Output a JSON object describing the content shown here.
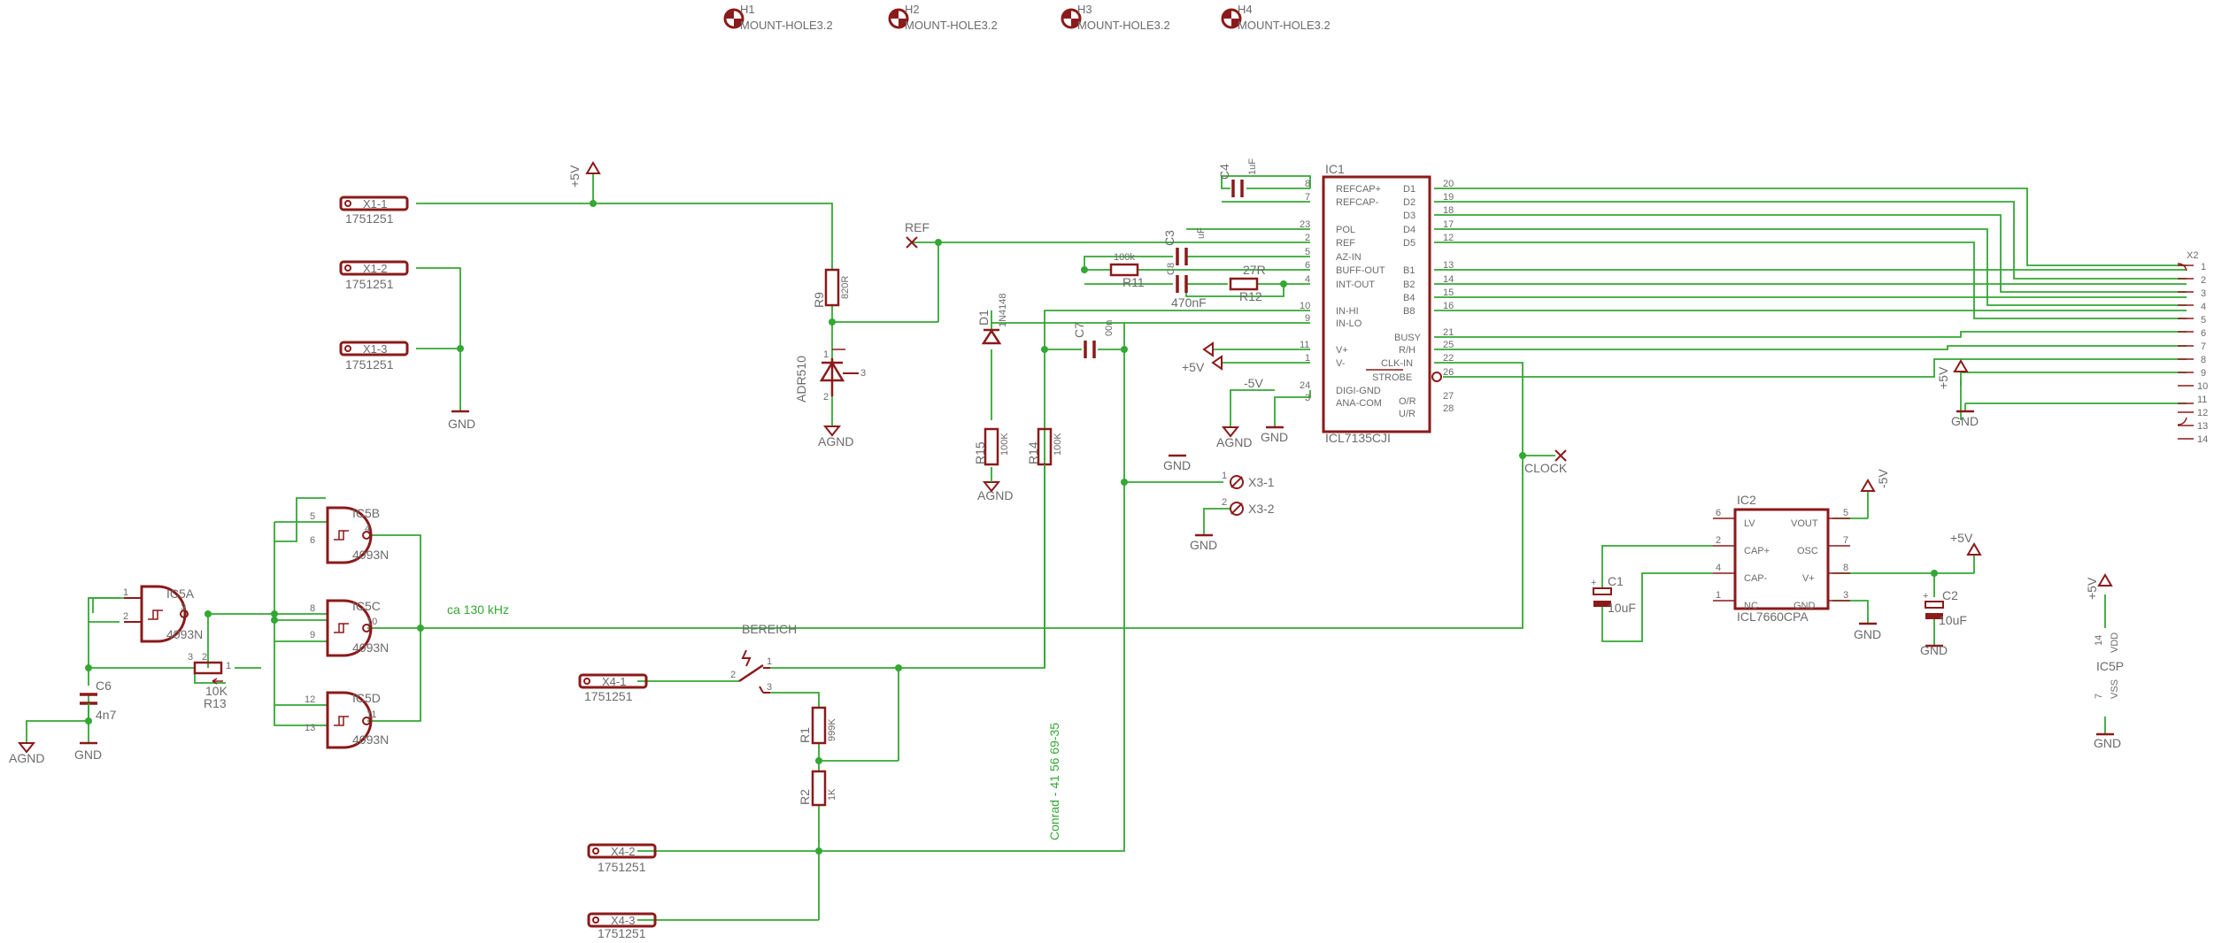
{
  "mount_holes": [
    {
      "ref": "H1",
      "value": "MOUNT-HOLE3.2"
    },
    {
      "ref": "H2",
      "value": "MOUNT-HOLE3.2"
    },
    {
      "ref": "H3",
      "value": "MOUNT-HOLE3.2"
    },
    {
      "ref": "H4",
      "value": "MOUNT-HOLE3.2"
    }
  ],
  "connectors": {
    "x1_1": {
      "name": "X1-1",
      "part": "1751251"
    },
    "x1_2": {
      "name": "X1-2",
      "part": "1751251"
    },
    "x1_3": {
      "name": "X1-3",
      "part": "1751251"
    },
    "x4_1": {
      "name": "X4-1",
      "part": "1751251"
    },
    "x4_2": {
      "name": "X4-2",
      "part": "1751251"
    },
    "x4_3": {
      "name": "X4-3",
      "part": "1751251"
    },
    "x3_1": "X3-1",
    "x3_2": "X3-2",
    "x2": "X2",
    "x2_pins": [
      "1",
      "2",
      "3",
      "4",
      "5",
      "6",
      "7",
      "8",
      "9",
      "10",
      "11",
      "12",
      "13",
      "14"
    ]
  },
  "supply": {
    "plus5": "+5V",
    "minus5": "-5V",
    "gnd": "GND",
    "agnd": "AGND"
  },
  "net_labels": {
    "ref": "REF",
    "clock": "CLOCK",
    "freq": "ca 130 kHz",
    "conrad": "Conrad - 41 56 69-35",
    "bereich": "BEREICH"
  },
  "ic1": {
    "ref": "IC1",
    "value": "ICL7135CJI",
    "left_pins": [
      {
        "num": "8",
        "name": "REFCAP+"
      },
      {
        "num": "7",
        "name": "REFCAP-"
      },
      {
        "num": "23",
        "name": "POL"
      },
      {
        "num": "2",
        "name": "REF"
      },
      {
        "num": "5",
        "name": "AZ-IN"
      },
      {
        "num": "6",
        "name": "BUFF-OUT"
      },
      {
        "num": "4",
        "name": "INT-OUT"
      },
      {
        "num": "10",
        "name": "IN-HI"
      },
      {
        "num": "9",
        "name": "IN-LO"
      },
      {
        "num": "11",
        "name": "V+"
      },
      {
        "num": "1",
        "name": "V-"
      },
      {
        "num": "24",
        "name": "DIGI-GND"
      },
      {
        "num": "3",
        "name": "ANA-COM"
      }
    ],
    "right_pins": [
      {
        "num": "20",
        "name": "D1"
      },
      {
        "num": "19",
        "name": "D2"
      },
      {
        "num": "18",
        "name": "D3"
      },
      {
        "num": "17",
        "name": "D4"
      },
      {
        "num": "12",
        "name": "D5"
      },
      {
        "num": "13",
        "name": "B1"
      },
      {
        "num": "14",
        "name": "B2"
      },
      {
        "num": "15",
        "name": "B4"
      },
      {
        "num": "16",
        "name": "B8"
      },
      {
        "num": "21",
        "name": "BUSY"
      },
      {
        "num": "25",
        "name": "R/H"
      },
      {
        "num": "22",
        "name": "CLK-IN"
      },
      {
        "num": "26",
        "name": "STROBE"
      },
      {
        "num": "27",
        "name": "O/R"
      },
      {
        "num": "28",
        "name": "U/R"
      }
    ]
  },
  "ic2": {
    "ref": "IC2",
    "value": "ICL7660CPA",
    "left_pins": [
      {
        "num": "6",
        "name": "LV"
      },
      {
        "num": "2",
        "name": "CAP+"
      },
      {
        "num": "4",
        "name": "CAP-"
      },
      {
        "num": "1",
        "name": "NC"
      }
    ],
    "right_pins": [
      {
        "num": "5",
        "name": "VOUT"
      },
      {
        "num": "7",
        "name": "OSC"
      },
      {
        "num": "8",
        "name": "V+"
      },
      {
        "num": "3",
        "name": "GND"
      }
    ]
  },
  "gates": {
    "ic5a": {
      "ref": "IC5A",
      "value": "4093N",
      "pins": [
        "1",
        "2",
        "3"
      ]
    },
    "ic5b": {
      "ref": "IC5B",
      "value": "4093N",
      "pins": [
        "5",
        "6",
        "4"
      ]
    },
    "ic5c": {
      "ref": "IC5C",
      "value": "4093N",
      "pins": [
        "8",
        "9",
        "10"
      ]
    },
    "ic5d": {
      "ref": "IC5D",
      "value": "4093N",
      "pins": [
        "12",
        "13",
        "11"
      ]
    },
    "ic5p": {
      "ref": "IC5P",
      "vdd": "VDD",
      "vss": "VSS",
      "pin_vdd": "14",
      "pin_vss": "7"
    }
  },
  "parts": {
    "r9": {
      "ref": "R9",
      "value": "820R"
    },
    "r11": {
      "ref": "R11",
      "value": "100k"
    },
    "r12": {
      "ref": "R12",
      "value": "27R"
    },
    "r15": {
      "ref": "R15",
      "value": "100K"
    },
    "r14": {
      "ref": "R14",
      "value": "100K"
    },
    "r1": {
      "ref": "R1",
      "value": "999K"
    },
    "r2": {
      "ref": "R2",
      "value": "1K"
    },
    "r13": {
      "ref": "R13",
      "value": "10K",
      "pins": [
        "3",
        "2",
        "1"
      ]
    },
    "c4": {
      "ref": "C4",
      "value": "1uF"
    },
    "c3": {
      "ref": "C3",
      "value": "uF"
    },
    "c8": {
      "ref": "C8",
      "value": "470nF"
    },
    "c7": {
      "ref": "C7",
      "value": "00n"
    },
    "c6": {
      "ref": "C6",
      "value": "4n7"
    },
    "c1": {
      "ref": "C1",
      "value": "10uF"
    },
    "c2": {
      "ref": "C2",
      "value": "10uF"
    },
    "d1": {
      "ref": "D1",
      "value": "1N4148"
    },
    "adr": {
      "value": "ADR510",
      "pins": [
        "1",
        "2",
        "3"
      ]
    },
    "sw_pins": [
      "2",
      "1",
      "3"
    ]
  },
  "colors": {
    "symbol": "#8b1a1a",
    "wire": "#33a833",
    "label": "#6b6b6b"
  }
}
